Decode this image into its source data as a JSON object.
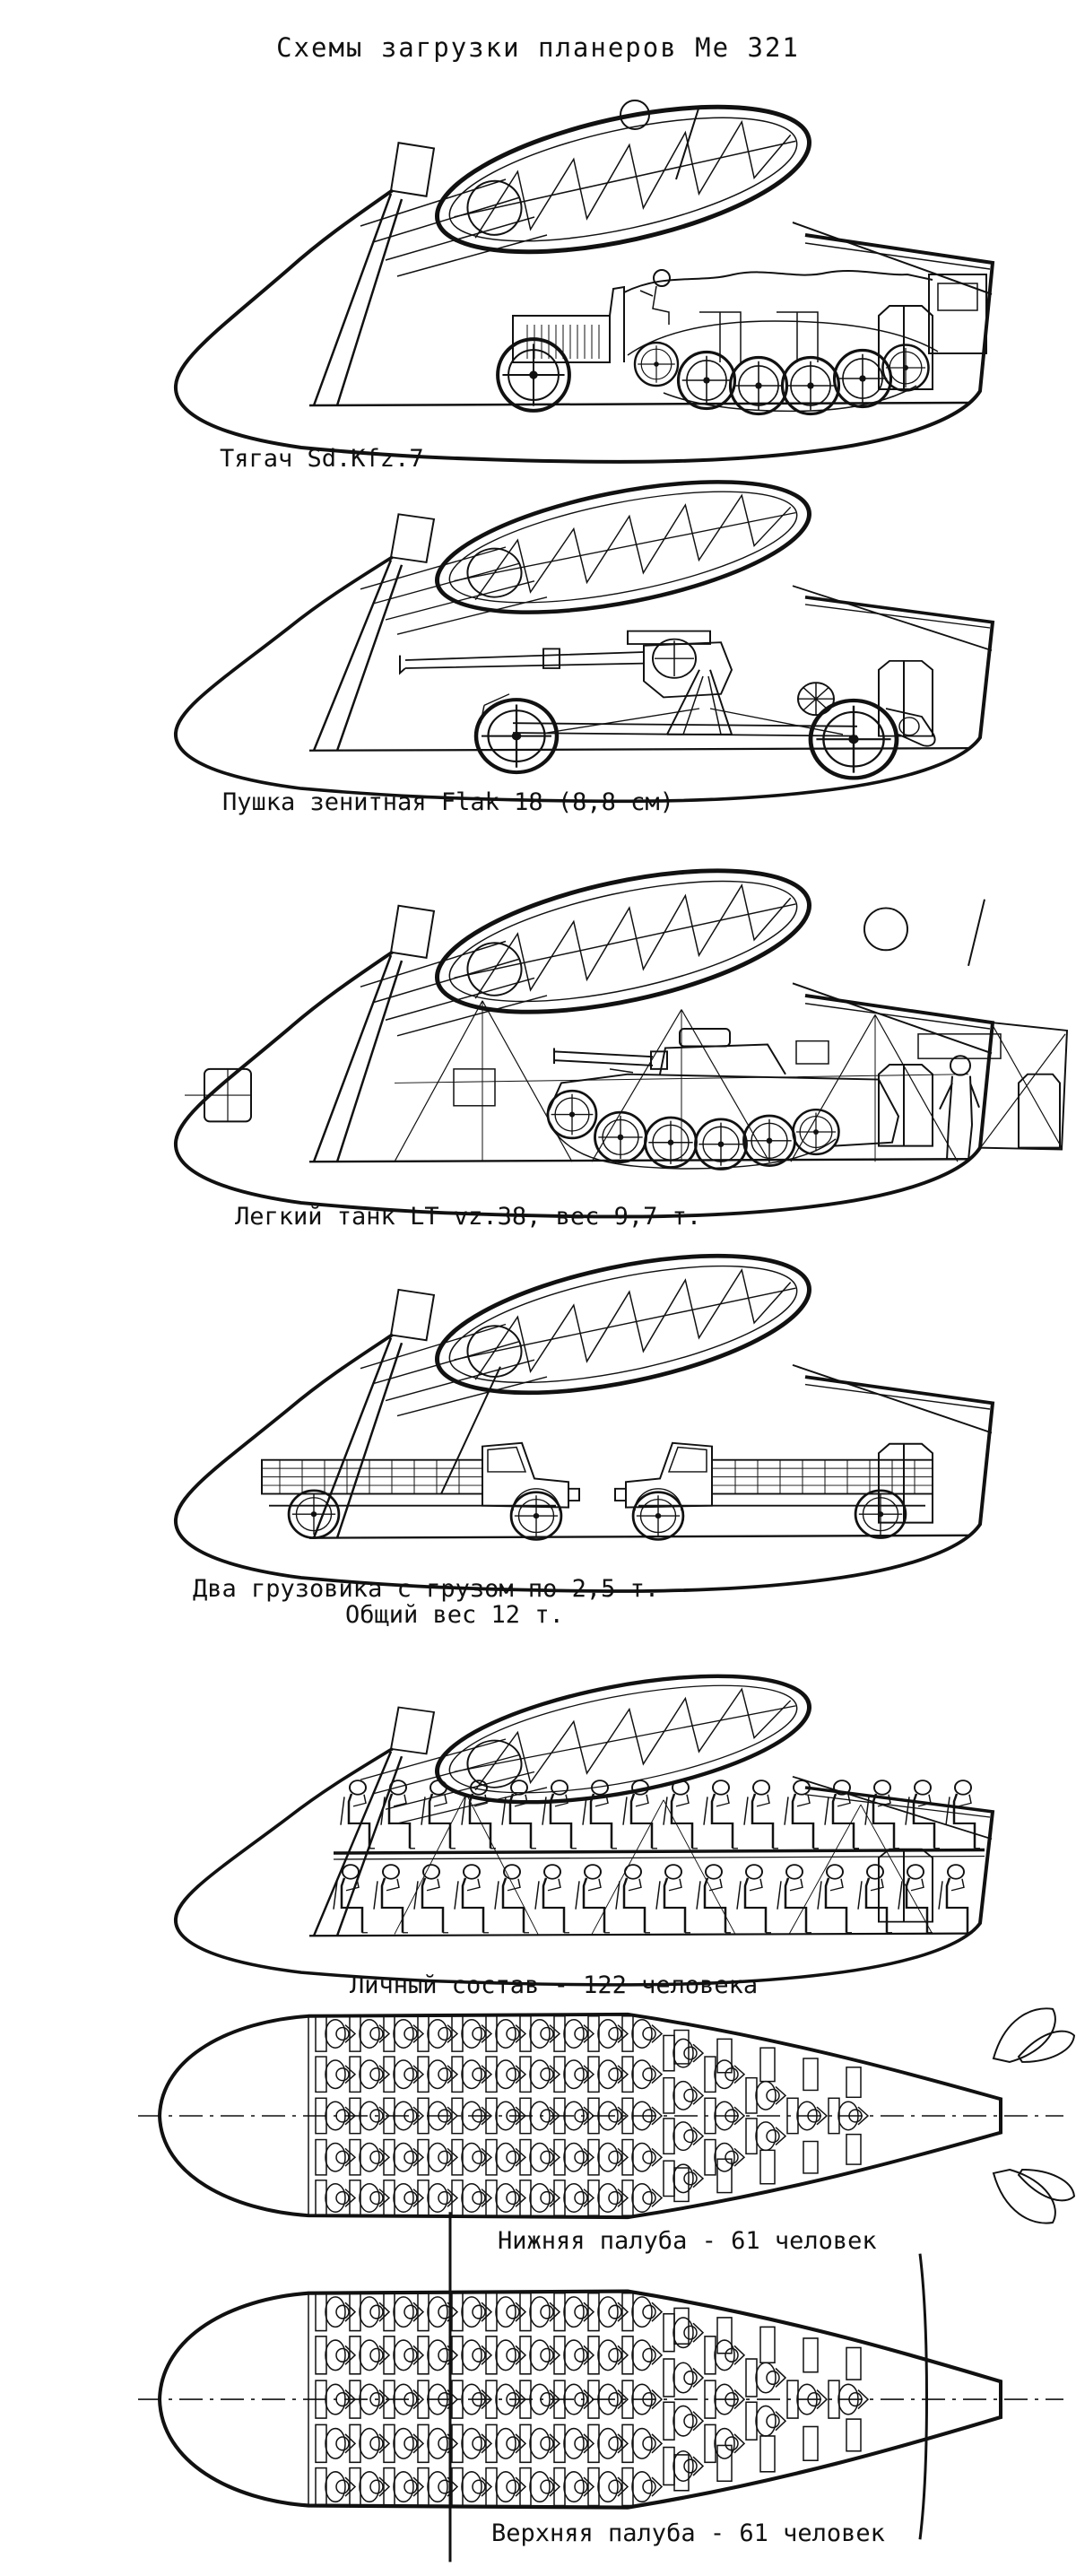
{
  "page": {
    "title": "Схемы загрузки планеров Ме 321",
    "background_color": "#ffffff",
    "ink_color": "#111111"
  },
  "figures": [
    {
      "id": "sdkfz7",
      "kind": "side-view cutaway",
      "caption": "Тягач Sd.Kfz.7"
    },
    {
      "id": "flak18",
      "kind": "side-view cutaway",
      "caption": "Пушка зенитная Flak 18 (8,8 см)"
    },
    {
      "id": "lt38",
      "kind": "side-view cutaway",
      "caption": "Легкий танк LT vz.38, вес 9,7 т."
    },
    {
      "id": "trucks",
      "kind": "side-view cutaway",
      "caption_line1": "Два грузовика с грузом по 2,5 т.",
      "caption_line2": "Общий вес 12 т."
    },
    {
      "id": "troops",
      "kind": "side-view cutaway",
      "caption": "Личный состав - 122 человека"
    },
    {
      "id": "lowerdeck",
      "kind": "plan view",
      "caption": "Нижняя палуба - 61 человек"
    },
    {
      "id": "upperdeck",
      "kind": "plan view",
      "caption": "Верхняя палуба - 61 человек"
    }
  ]
}
